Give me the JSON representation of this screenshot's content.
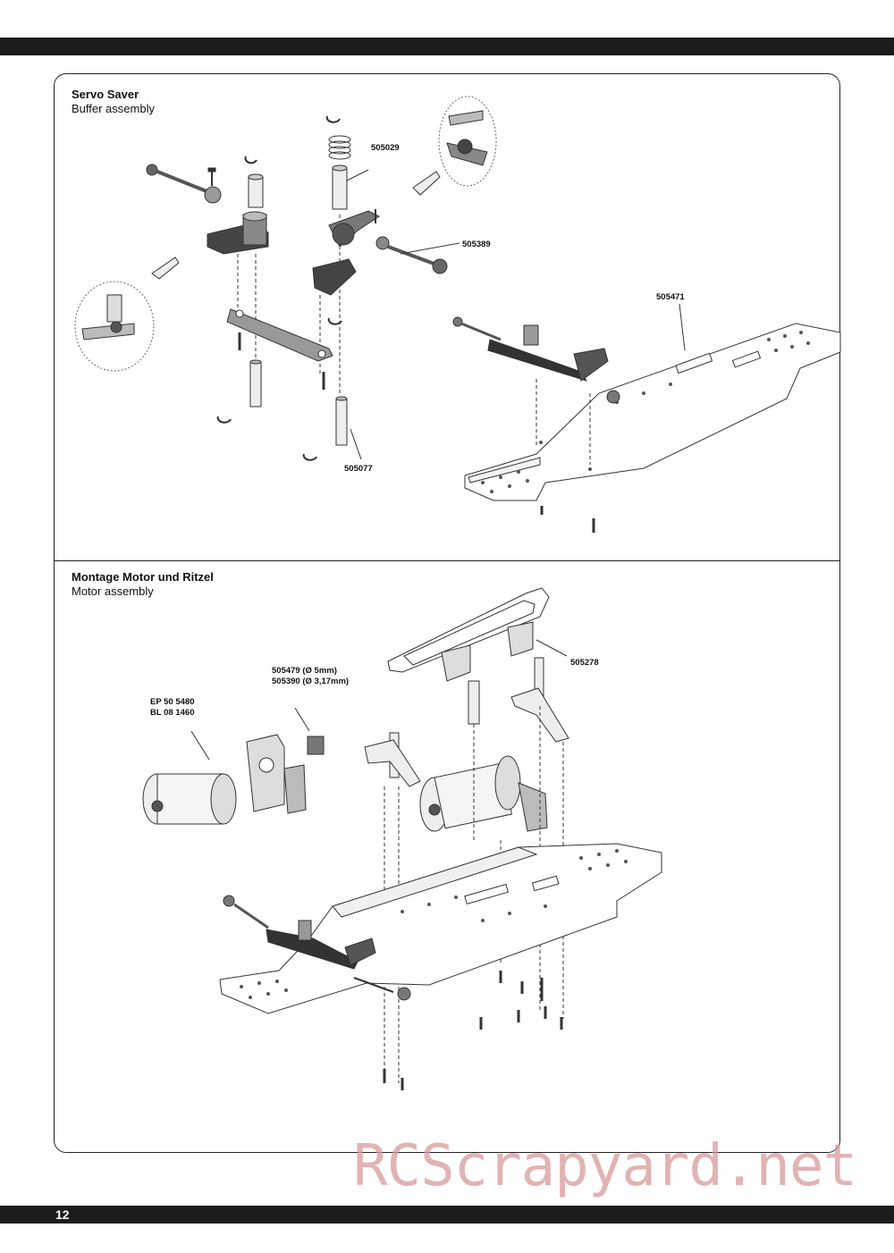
{
  "page_number": "12",
  "sections": [
    {
      "title_de": "Servo Saver",
      "title_en": "Buffer assembly",
      "parts": {
        "p1": "505029",
        "p2": "505389",
        "p3": "505471",
        "p4": "505077"
      }
    },
    {
      "title_de": "Montage Motor und Ritzel",
      "title_en": "Motor assembly",
      "parts": {
        "motor_a": "EP 50 5480",
        "motor_b": "BL 08 1460",
        "pinion_a": "505479 (Ø 5mm)",
        "pinion_b": "505390 (Ø 3,17mm)",
        "brace": "505278"
      }
    }
  ],
  "watermark": "RCScrapyard.net"
}
